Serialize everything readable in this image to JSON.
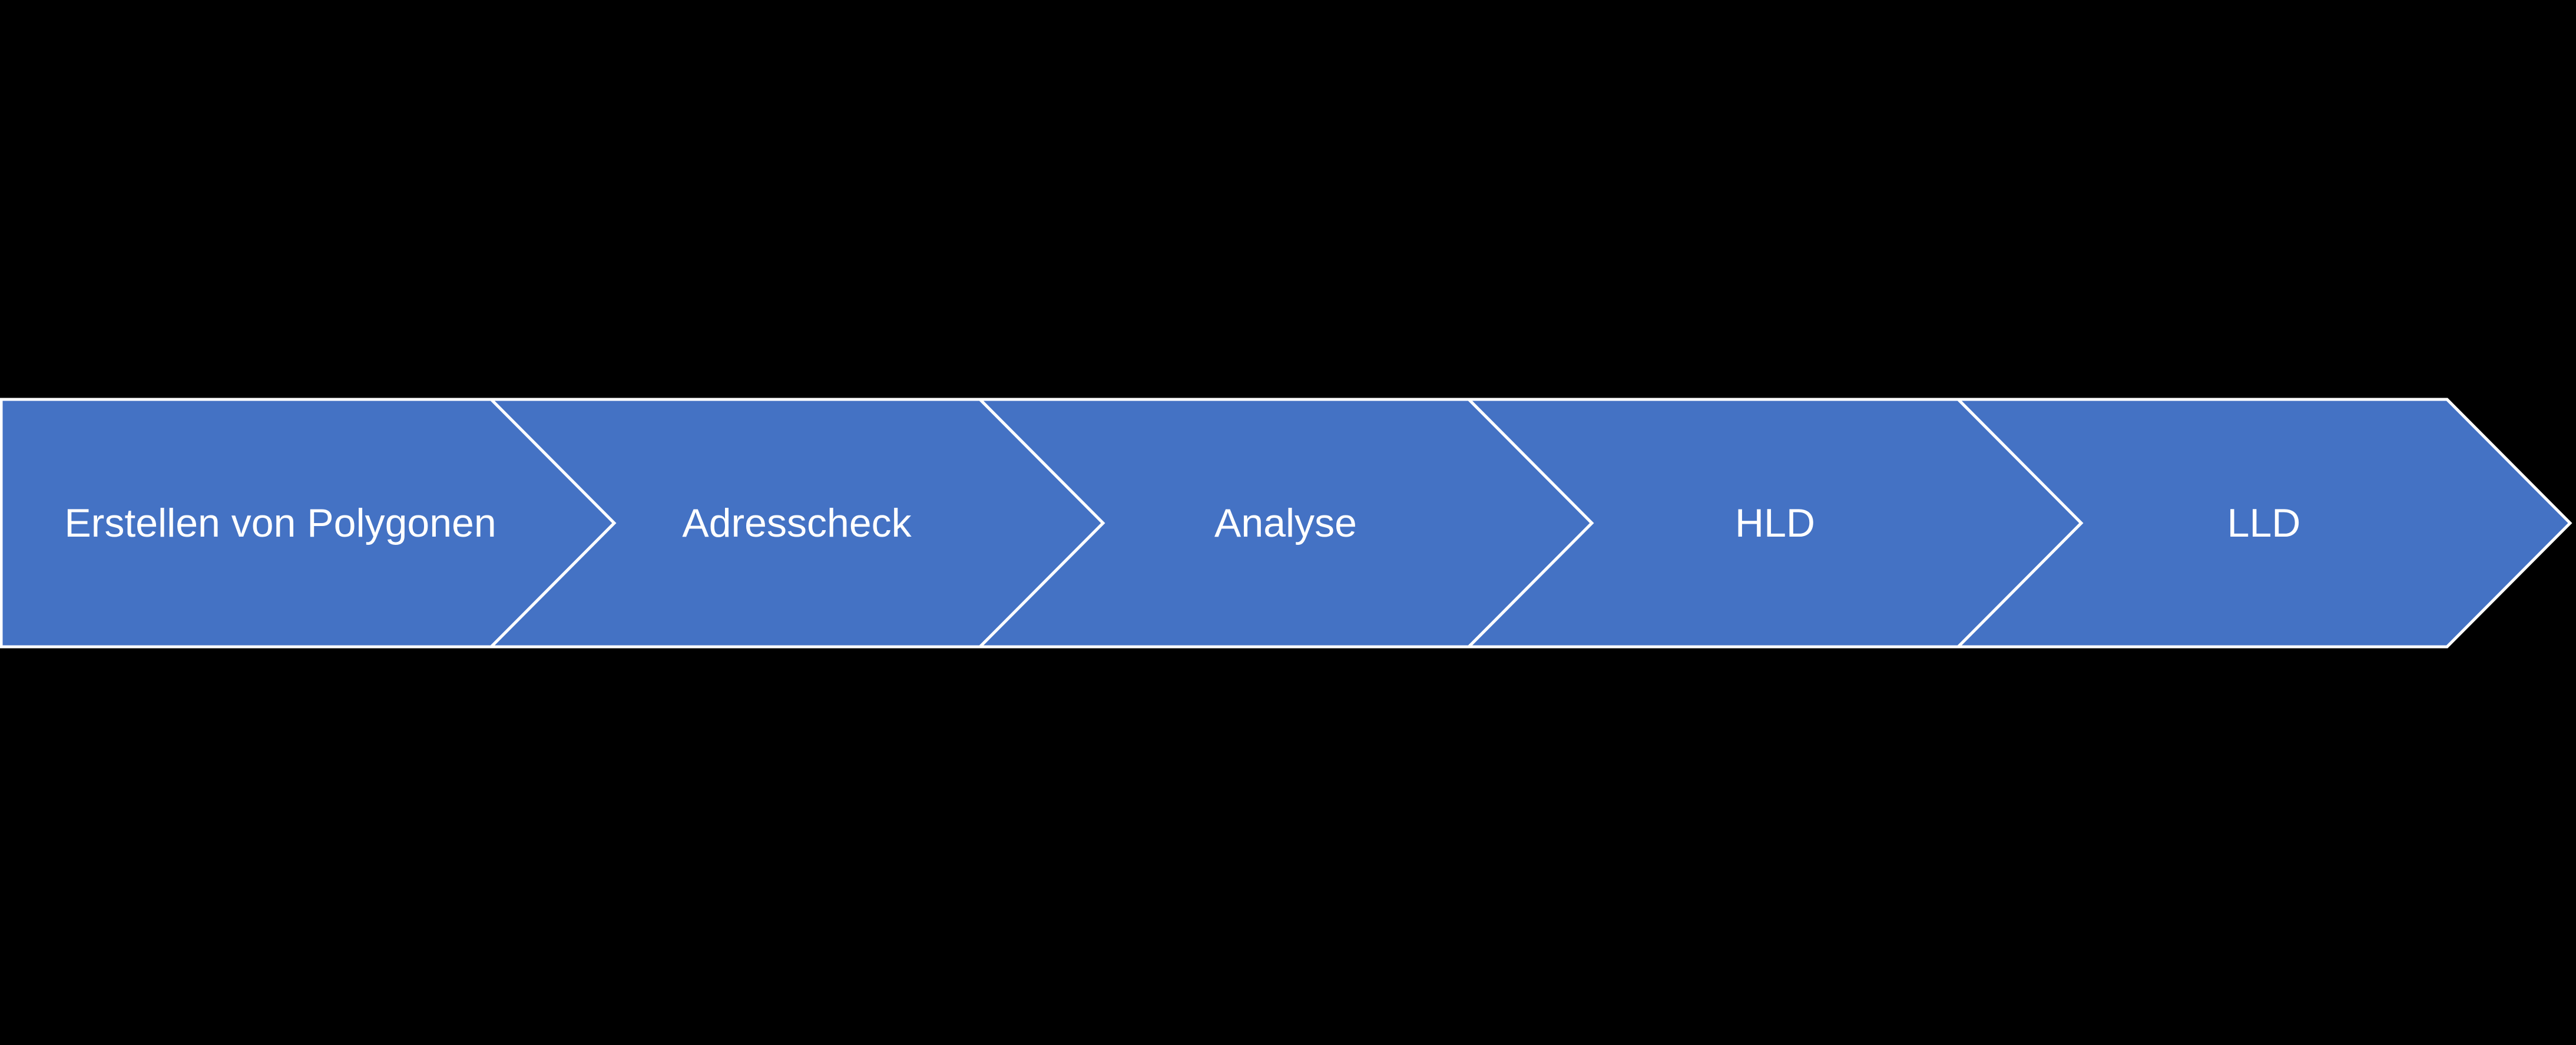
{
  "diagram": {
    "type": "process-chevron-flow",
    "background_color": "#000000",
    "chevron_fill": "#4472C4",
    "chevron_stroke": "#FFFFFF",
    "label_color": "#FFFFFF",
    "stages": [
      {
        "label": "Erstellen von Polygonen"
      },
      {
        "label": "Adresscheck"
      },
      {
        "label": "Analyse"
      },
      {
        "label": "HLD"
      },
      {
        "label": "LLD"
      }
    ]
  }
}
